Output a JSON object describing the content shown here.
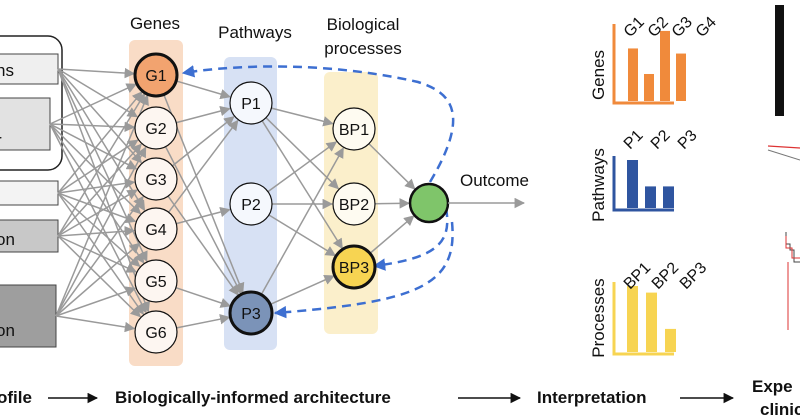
{
  "input_boxes": [
    "ns",
    "r",
    "",
    "on",
    "on"
  ],
  "columns": {
    "genes": "Genes",
    "pathways": "Pathways",
    "processes_line1": "Biological",
    "processes_line2": "processes"
  },
  "genes": [
    "G1",
    "G2",
    "G3",
    "G4",
    "G5",
    "G6"
  ],
  "pathways": [
    "P1",
    "P2",
    "P3"
  ],
  "processes": [
    "BP1",
    "BP2",
    "BP3"
  ],
  "outcome_label": "Outcome",
  "colors": {
    "genes_band": "#f9dcc6",
    "pathways_band": "#d7e1f4",
    "processes_band": "#fbefcb",
    "g1_fill": "#f2a36f",
    "p3_fill": "#7b93b8",
    "bp3_fill": "#f7d452",
    "outcome_fill": "#7fc56a",
    "dashed_arrow": "#3d6fd1",
    "edge": "#9a9a9a",
    "genes_chart": "#f08a3b",
    "pathways_chart": "#2f55a0",
    "processes_chart": "#f7d452"
  },
  "interpretation": {
    "genes": {
      "title": "Genes",
      "labels": [
        "G1",
        "G2",
        "G3",
        "G4"
      ],
      "values": [
        0.72,
        0.37,
        0.96,
        0.65
      ]
    },
    "pathways": {
      "title": "Pathways",
      "labels": [
        "P1",
        "P2",
        "P3"
      ],
      "values": [
        1.0,
        0.45,
        0.45
      ]
    },
    "processes": {
      "title": "Processes",
      "labels": [
        "BP1",
        "BP2",
        "BP3"
      ],
      "values": [
        1.0,
        0.9,
        0.35
      ]
    }
  },
  "bottom": {
    "profile": "ofile",
    "architecture": "Biologically-informed architecture",
    "interpretation": "Interpretation",
    "expert_line1": "Expe",
    "expert_line2": "clinic"
  }
}
